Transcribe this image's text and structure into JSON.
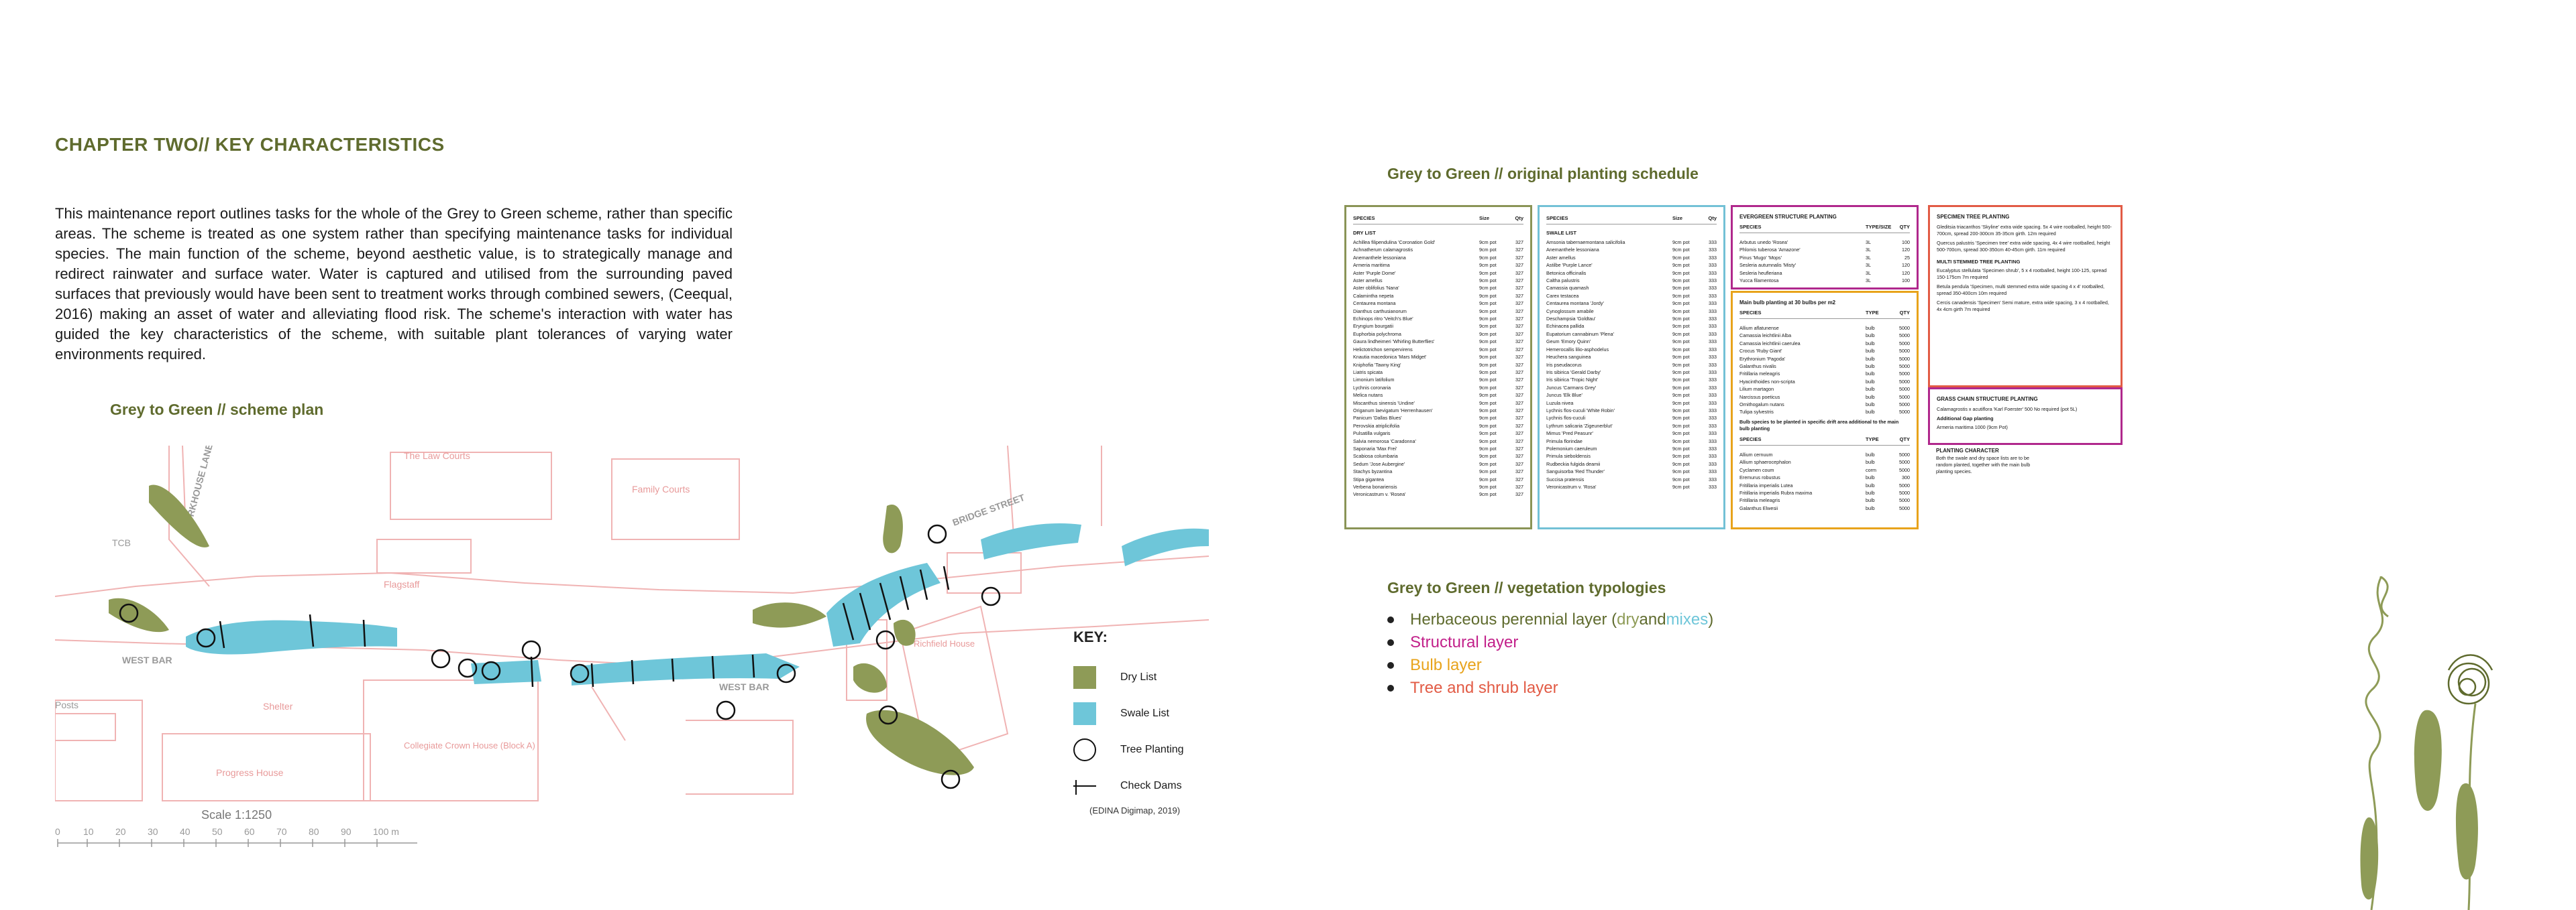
{
  "chapter_title": "CHAPTER TWO// KEY CHARACTERISTICS",
  "intro_text": "This maintenance report outlines tasks for the whole of the Grey to Green scheme, rather than specific areas. The scheme is treated as one system rather than specifying maintenance tasks for individual species. The main function of the scheme, beyond aesthetic value, is to strategically manage and redirect rainwater and surface water. Water is captured and utilised from the surrounding paved surfaces that previously would have been sent to treatment works through combined sewers, (Ceequal, 2016) making an asset of water and alleviating flood risk. The scheme's interaction with water has guided the key characteristics of the scheme, with suitable plant tolerances of varying water environments required.",
  "scheme_plan": {
    "title": "Grey to Green // scheme plan",
    "scale_label": "Scale 1:1250",
    "scale_ticks": [
      "0",
      "10",
      "20",
      "30",
      "40",
      "50",
      "60",
      "70",
      "80",
      "90",
      "100 m"
    ],
    "credit": "(EDINA Digimap, 2019)",
    "map_labels": {
      "law_courts": "The Law Courts",
      "family_courts": "Family Courts",
      "workhouse_lane": "WORKHOUSE LANE",
      "bridge_street": "BRIDGE STREET",
      "west_bar_1": "WEST BAR",
      "west_bar_2": "WEST BAR",
      "flagstaff": "Flagstaff",
      "shelter": "Shelter",
      "posts": "Posts",
      "progress_house": "Progress House",
      "collegiate": "Collegiate Crown House (Block A)",
      "richfield": "Richfield House",
      "tcb": "TCB"
    },
    "legend": {
      "title": "KEY:",
      "items": [
        {
          "label": "Dry List",
          "color": "#8e9b57"
        },
        {
          "label": "Swale List",
          "color": "#6ec6d9"
        },
        {
          "label": "Tree Planting"
        },
        {
          "label": "Check Dams"
        }
      ]
    }
  },
  "schedule": {
    "title": "Grey to Green // original planting schedule",
    "col_species": "SPECIES",
    "col_size": "Size",
    "col_qty": "Qty",
    "panel1": {
      "sub": "DRY LIST",
      "rows": [
        [
          "Achillea filipendulina 'Coronation Gold'",
          "9cm pot",
          "327"
        ],
        [
          "Achnatherum calamagrostis",
          "9cm pot",
          "327"
        ],
        [
          "Anemanthele lessoniana",
          "9cm pot",
          "327"
        ],
        [
          "Armeria maritima",
          "9cm pot",
          "327"
        ],
        [
          "Aster 'Purple Dome'",
          "9cm pot",
          "327"
        ],
        [
          "Aster amellus",
          "9cm pot",
          "327"
        ],
        [
          "Aster oblifolius 'Nana'",
          "9cm pot",
          "327"
        ],
        [
          "Calamintha nepeta",
          "9cm pot",
          "327"
        ],
        [
          "Centaurea montana",
          "9cm pot",
          "327"
        ],
        [
          "Dianthus carthusianorum",
          "9cm pot",
          "327"
        ],
        [
          "Echinops ritro 'Veitch's Blue'",
          "9cm pot",
          "327"
        ],
        [
          "Eryngium bourgatii",
          "9cm pot",
          "327"
        ],
        [
          "Euphorbia polychroma",
          "9cm pot",
          "327"
        ],
        [
          "Gaura lindheimeri 'Whirling Butterflies'",
          "9cm pot",
          "327"
        ],
        [
          "Helictotrichon sempervirens",
          "9cm pot",
          "327"
        ],
        [
          "Knautia macedonica 'Mars Midget'",
          "9cm pot",
          "327"
        ],
        [
          "Kniphofia 'Tawny King'",
          "9cm pot",
          "327"
        ],
        [
          "Liatris spicata",
          "9cm pot",
          "327"
        ],
        [
          "Limonium latifolium",
          "9cm pot",
          "327"
        ],
        [
          "Lychnis coronaria",
          "9cm pot",
          "327"
        ],
        [
          "Melica nutans",
          "9cm pot",
          "327"
        ],
        [
          "Miscanthus sinensis 'Undine'",
          "9cm pot",
          "327"
        ],
        [
          "Origanum laevigatum 'Herrenhausen'",
          "9cm pot",
          "327"
        ],
        [
          "Panicum 'Dallas Blues'",
          "9cm pot",
          "327"
        ],
        [
          "Perovskia atriplicifolia",
          "9cm pot",
          "327"
        ],
        [
          "Pulsatilla vulgaris",
          "9cm pot",
          "327"
        ],
        [
          "Salvia nemorosa 'Caradonna'",
          "9cm pot",
          "327"
        ],
        [
          "Saponaria 'Max Frei'",
          "9cm pot",
          "327"
        ],
        [
          "Scabiosa columbaria",
          "9cm pot",
          "327"
        ],
        [
          "Sedum 'Jose Aubergine'",
          "9cm pot",
          "327"
        ],
        [
          "Stachys byzantina",
          "9cm pot",
          "327"
        ],
        [
          "Stipa gigantea",
          "9cm pot",
          "327"
        ],
        [
          "Verbena bonariensis",
          "9cm pot",
          "327"
        ],
        [
          "Veronicastrum v. 'Rosea'",
          "9cm pot",
          "327"
        ]
      ]
    },
    "panel2": {
      "sub": "SWALE LIST",
      "rows": [
        [
          "Amsonia tabernaemontana salicifolia",
          "9cm pot",
          "333"
        ],
        [
          "Anemanthele lessoniana",
          "9cm pot",
          "333"
        ],
        [
          "Aster amellus",
          "9cm pot",
          "333"
        ],
        [
          "Astilbe 'Purple Lance'",
          "9cm pot",
          "333"
        ],
        [
          "Betonica officinalis",
          "9cm pot",
          "333"
        ],
        [
          "Caltha palustris",
          "9cm pot",
          "333"
        ],
        [
          "Camassia quamash",
          "9cm pot",
          "333"
        ],
        [
          "Carex testacea",
          "9cm pot",
          "333"
        ],
        [
          "Centaurea montana 'Jordy'",
          "9cm pot",
          "333"
        ],
        [
          "Cynoglossum amabile",
          "9cm pot",
          "333"
        ],
        [
          "Deschampsia 'Goldtau'",
          "9cm pot",
          "333"
        ],
        [
          "Echinacea pallida",
          "9cm pot",
          "333"
        ],
        [
          "Eupatorium cannabinum 'Plena'",
          "9cm pot",
          "333"
        ],
        [
          "Geum 'Emory Quinn'",
          "9cm pot",
          "333"
        ],
        [
          "Hemerocallis lilio-asphodelus",
          "9cm pot",
          "333"
        ],
        [
          "Heuchera sanguinea",
          "9cm pot",
          "333"
        ],
        [
          "Iris pseudacorus",
          "9cm pot",
          "333"
        ],
        [
          "Iris sibirica 'Gerald Darby'",
          "9cm pot",
          "333"
        ],
        [
          "Iris sibirica 'Tropic Night'",
          "9cm pot",
          "333"
        ],
        [
          "Juncus 'Carmans Grey'",
          "9cm pot",
          "333"
        ],
        [
          "Juncus 'Elk Blue'",
          "9cm pot",
          "333"
        ],
        [
          "Luzula nivea",
          "9cm pot",
          "333"
        ],
        [
          "Lychnis flos-cuculi 'White Robin'",
          "9cm pot",
          "333"
        ],
        [
          "Lychnis flos-cuculi",
          "9cm pot",
          "333"
        ],
        [
          "Lythrum salicaria 'Zigeunerblut'",
          "9cm pot",
          "333"
        ],
        [
          "Mimus 'Pred Peasunr'",
          "9cm pot",
          "333"
        ],
        [
          "Primula florindae",
          "9cm pot",
          "333"
        ],
        [
          "Polemonium caeruleum",
          "9cm pot",
          "333"
        ],
        [
          "Primula sieboldensis",
          "9cm pot",
          "333"
        ],
        [
          "Rudbeckia fulgida deamii",
          "9cm pot",
          "333"
        ],
        [
          "Sanguisorba 'Red Thunder'",
          "9cm pot",
          "333"
        ],
        [
          "Succisa pratensis",
          "9cm pot",
          "333"
        ],
        [
          "Veronicastrum v. 'Rosa'",
          "9cm pot",
          "333"
        ]
      ]
    },
    "panel3": {
      "title": "EVERGREEN STRUCTURE PLANTING",
      "head": [
        "SPECIES",
        "TYPE/SIZE",
        "QTY"
      ],
      "rows": [
        [
          "Arbutus unedo 'Rosea'",
          "3L",
          "100"
        ],
        [
          "Phlomis tuberosa 'Amazone'",
          "3L",
          "120"
        ],
        [
          "Pinus 'Mugo' 'Mops'",
          "3L",
          "25"
        ],
        [
          "Sesleria autumnalis 'Misty'",
          "3L",
          "120"
        ],
        [
          "Sesleria heufleriana",
          "3L",
          "120"
        ],
        [
          "Yucca filamentosa",
          "3L",
          "100"
        ]
      ]
    },
    "panel4": {
      "title": "Main bulb planting at 30 bulbs per m2",
      "head": [
        "SPECIES",
        "TYPE",
        "QTY"
      ],
      "rows": [
        [
          "Allium aflatunense",
          "bulb",
          "5000"
        ],
        [
          "Camassia leichtlinii Alba",
          "bulb",
          "5000"
        ],
        [
          "Camassia leichtlinii caerulea",
          "bulb",
          "5000"
        ],
        [
          "Crocus 'Ruby Giant'",
          "bulb",
          "5000"
        ],
        [
          "Erythronium 'Pagoda'",
          "bulb",
          "5000"
        ],
        [
          "Galanthus nivalis",
          "bulb",
          "5000"
        ],
        [
          "Fritillaria meleagris",
          "bulb",
          "5000"
        ],
        [
          "Hyacinthoides non-scripta",
          "bulb",
          "5000"
        ],
        [
          "Lilium martagon",
          "bulb",
          "5000"
        ],
        [
          "Narcissus poeticus",
          "bulb",
          "5000"
        ],
        [
          "Ornithogalum nutans",
          "bulb",
          "5000"
        ],
        [
          "Tulipa sylvestris",
          "bulb",
          "5000"
        ]
      ],
      "note": "Bulb species to be planted in specific drift area additional to the main bulb planting",
      "head2": [
        "SPECIES",
        "TYPE",
        "QTY"
      ],
      "rows2": [
        [
          "Allium cernuum",
          "bulb",
          "5000"
        ],
        [
          "Allium sphaerocephalon",
          "bulb",
          "5000"
        ],
        [
          "Cyclamen coum",
          "corm",
          "5000"
        ],
        [
          "Eremurus robustus",
          "bulb",
          "300"
        ],
        [
          "Fritillaria imperialis Lutea",
          "bulb",
          "5000"
        ],
        [
          "Fritillaria imperialis Rubra maxima",
          "bulb",
          "5000"
        ],
        [
          "Fritillaria meleagris",
          "bulb",
          "5000"
        ],
        [
          "Galanthus Elwesii",
          "bulb",
          "5000"
        ]
      ]
    },
    "panel5": {
      "title": "SPECIMEN TREE PLANTING",
      "paras": [
        "Gleditsia triacanthos 'Skyline' extra wide spacing. 5x 4 wire rootballed, height 500-700cm, spread 200-300cm 35-35cm girth. 12m required",
        "Quercus palustris 'Specimen tree' extra wide spacing, 4x 4 wire rootballed, height 500-700cm, spread 300-350cm 40-45cm girth. 11m required"
      ],
      "sub": "MULTI STEMMED TREE PLANTING",
      "paras2": [
        "Eucalyptus stellulata 'Specimen shrub', 5 x 4 rootballed, height 100-125, spread 150-175cm 7m required",
        "Betula pendula 'Specimen, multi stemmed extra wide spacing 4 x 4' rootballed, spread 350-400cm 10m required",
        "Cercis canadensis 'Specimen' Semi mature, extra wide spacing, 3 x 4 rootballed, 4x 4cm girth 7m required"
      ]
    },
    "panel6": {
      "title": "GRASS CHAIN STRUCTURE PLANTING",
      "para": "Calamagrostis x acutiflora 'Karl Foerster' 500 No required (pot 5L)",
      "sub": "Additional Gap planting",
      "para2": "Armeria maritima 1000 (9cm Pot)"
    },
    "panel7": {
      "title": "PLANTING CHARACTER",
      "para": "Both the swale and dry space lists are to be random planted, together with the main bulb planting species."
    }
  },
  "veg": {
    "title": "Grey to Green // vegetation typologies",
    "item1_prefix": "Herbaceous perennial layer (",
    "item1_dry": "dry",
    "item1_and": " and ",
    "item1_mixes": "mixes",
    "item1_suffix": ")",
    "item2": "Structural layer",
    "item3": "Bulb layer",
    "item4": "Tree and shrub layer"
  },
  "colors": {
    "olive": "#8e9b57",
    "olive_dark": "#5f6b2e",
    "swale_blue": "#6ec6d9",
    "magenta": "#c2208a",
    "amber": "#e8a31b",
    "coral": "#e25b45",
    "map_lines": "#f0b3b3",
    "panel_green": "#8a9456",
    "panel_blue": "#73c1d6"
  }
}
